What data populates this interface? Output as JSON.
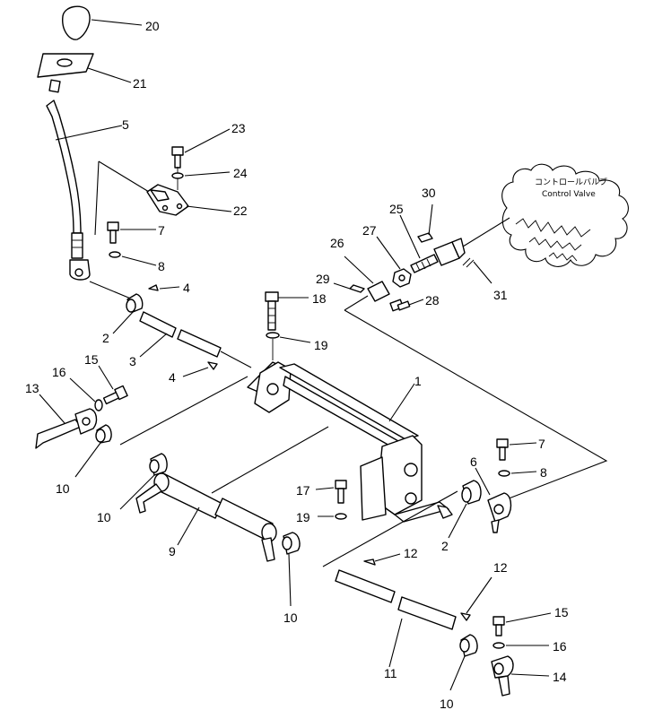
{
  "callouts": {
    "n20": "20",
    "n21": "21",
    "n5": "5",
    "n23": "23",
    "n24": "24",
    "n22": "22",
    "n7a": "7",
    "n8a": "8",
    "n4a": "4",
    "n2a": "2",
    "n3": "3",
    "n4b": "4",
    "n15a": "15",
    "n16a": "16",
    "n13": "13",
    "n10a": "10",
    "n10b": "10",
    "n9": "9",
    "n10c": "10",
    "n30": "30",
    "n25": "25",
    "n27": "27",
    "n26": "26",
    "n29": "29",
    "n31": "31",
    "n28": "28",
    "n18": "18",
    "n19a": "19",
    "n1": "1",
    "n7b": "7",
    "n8b": "8",
    "n6": "6",
    "n17": "17",
    "n19b": "19",
    "n2b": "2",
    "n12a": "12",
    "n12b": "12",
    "n15b": "15",
    "n16b": "16",
    "n14": "14",
    "n11": "11",
    "n10d": "10"
  },
  "control_valve": {
    "label_jp": "コントロールバルブ",
    "label_en": "Control Valve"
  }
}
